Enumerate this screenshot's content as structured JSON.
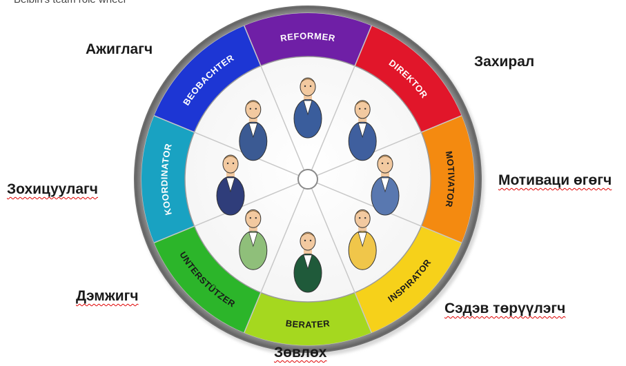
{
  "top_fragment": "Belbin's team role wheel",
  "colors": {
    "ring_stroke": "#9a9a9a",
    "divider": "#bdbdbd"
  },
  "wheel": {
    "segments": [
      {
        "id": "reformer",
        "label": "REFORMER",
        "color": "#6f1fa6",
        "text_color": "#ffffff"
      },
      {
        "id": "direktor",
        "label": "DIREKTOR",
        "color": "#e1162a",
        "text_color": "#ffffff"
      },
      {
        "id": "motivator",
        "label": "MOTIVATOR",
        "color": "#f48a10",
        "text_color": "#1a1a1a"
      },
      {
        "id": "inspirator",
        "label": "INSPIRATOR",
        "color": "#f6d11a",
        "text_color": "#1a1a1a"
      },
      {
        "id": "berater",
        "label": "BERATER",
        "color": "#a5d81f",
        "text_color": "#1a1a1a"
      },
      {
        "id": "unterstutzer",
        "label": "UNTERSTÜTZER",
        "color": "#2cb52a",
        "text_color": "#1a1a1a"
      },
      {
        "id": "koordinator",
        "label": "KOORDINATOR",
        "color": "#19a2c2",
        "text_color": "#ffffff"
      },
      {
        "id": "beobachter",
        "label": "BEOBACHTER",
        "color": "#1d36d4",
        "text_color": "#ffffff"
      }
    ]
  },
  "outer_labels": {
    "ajiglagch": "Ажиглагч",
    "zakhiral": "Захирал",
    "motivatsi": "Мотиваци өгөгч",
    "sedev": "Сэдэв төрүүлэгч",
    "zovlokh": "Зөвлөх",
    "demjigch": "Дэмжигч",
    "zokhitsuulagch": "Зохицуулагч"
  }
}
